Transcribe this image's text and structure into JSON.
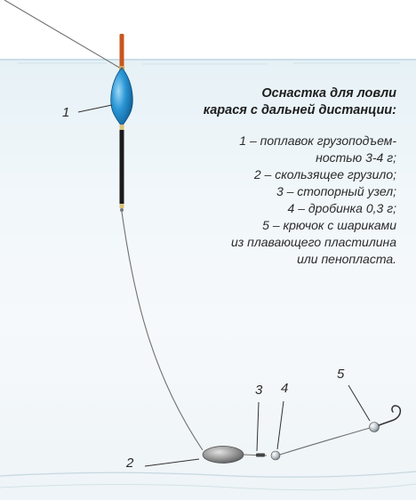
{
  "title": {
    "line1": "Оснастка для ловли",
    "line2": "карася с дальней дистанции:"
  },
  "legend": [
    "1 – поплавок грузоподъем-",
    "ностью 3-4 г;",
    "2 – скользящее грузило;",
    "3 – стопорный узел;",
    "4 – дробинка 0,3 г;",
    "5 – крючок с шариками",
    "из плавающего пластилина",
    "или пенопласта."
  ],
  "callouts": {
    "float": "1",
    "sinker": "2",
    "stopper": "3",
    "shot": "4",
    "hook": "5"
  },
  "colors": {
    "water": "#eef5f8",
    "float_body": "#1e8fd0",
    "float_tip": "#c8571e",
    "sinker": "#8a8a8a",
    "line": "#707070"
  }
}
